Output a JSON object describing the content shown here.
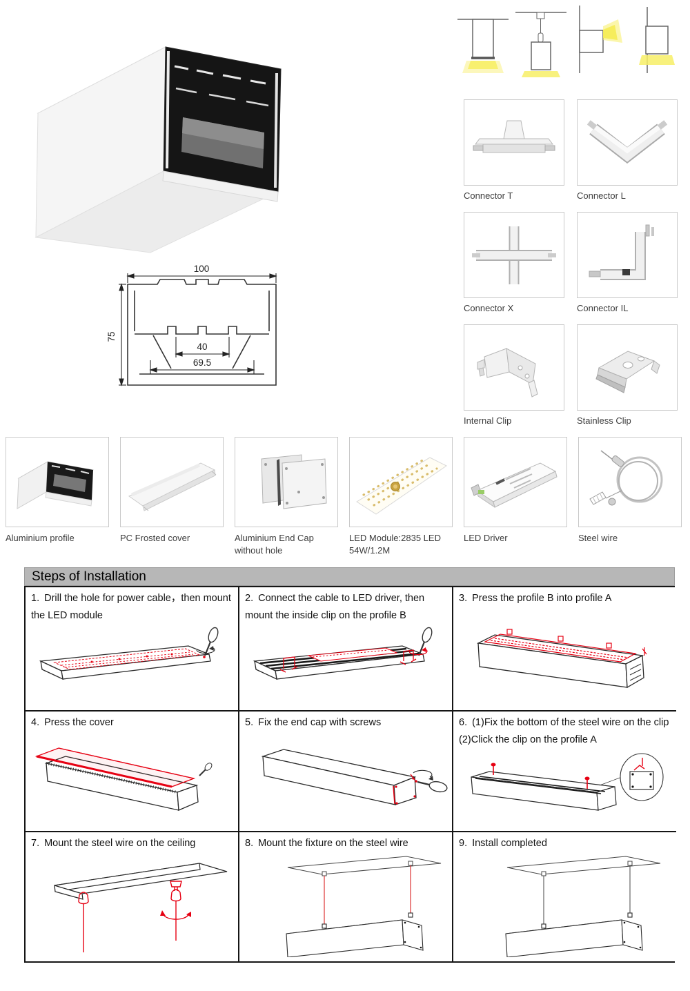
{
  "mounting_options": [
    {
      "name": "recessed-mount"
    },
    {
      "name": "pendant-mount"
    },
    {
      "name": "wall-side-mount"
    },
    {
      "name": "wall-vertical-mount"
    }
  ],
  "dimension_drawing": {
    "top_width": "100",
    "height": "75",
    "inner_width": "40",
    "bottom_width": "69.5"
  },
  "connectors": [
    {
      "label": "Connector T"
    },
    {
      "label": "Connector L"
    },
    {
      "label": "Connector X"
    },
    {
      "label": "Connector IL"
    },
    {
      "label": "Internal Clip"
    },
    {
      "label": "Stainless Clip"
    }
  ],
  "components": [
    {
      "label": "Aluminium profile"
    },
    {
      "label": "PC Frosted cover"
    },
    {
      "label": "Aluminium End Cap without hole"
    },
    {
      "label": "LED Module:2835 LED 54W/1.2M"
    },
    {
      "label": "LED Driver"
    },
    {
      "label": "Steel wire"
    }
  ],
  "installation": {
    "title": "Steps of Installation",
    "steps": [
      {
        "num": "1.",
        "text": "Drill the hole for power cable，then mount the LED module"
      },
      {
        "num": "2.",
        "text": "Connect the cable to LED driver, then mount the inside clip on the profile B"
      },
      {
        "num": "3.",
        "text": "Press the profile B into profile A"
      },
      {
        "num": "4.",
        "text": "Press the cover"
      },
      {
        "num": "5.",
        "text": "Fix the end cap with screws"
      },
      {
        "num": "6.",
        "text": "(1)Fix the bottom of the steel wire on the clip　(2)Click the clip on the profile A"
      },
      {
        "num": "7.",
        "text": "Mount the steel wire on the ceiling"
      },
      {
        "num": "8.",
        "text": "Mount the fixture on the steel wire"
      },
      {
        "num": "9.",
        "text": "Install completed"
      }
    ]
  },
  "colors": {
    "accent_red": "#e60012",
    "glow_yellow": "#f7ee66",
    "header_gray": "#b7b7b7",
    "profile_black": "#151515"
  }
}
